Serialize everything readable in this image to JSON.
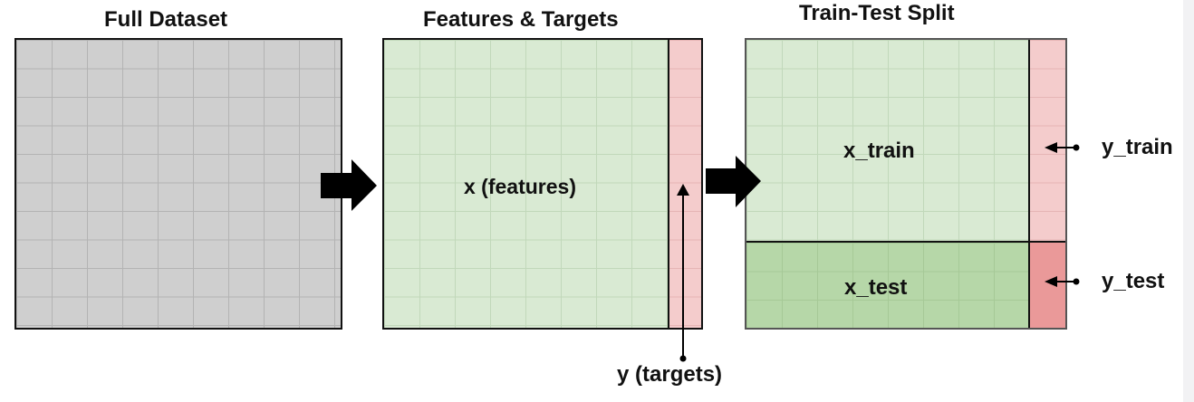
{
  "titles": {
    "full_dataset": "Full Dataset",
    "features_targets": "Features & Targets",
    "train_test_split": "Train-Test  Split"
  },
  "labels": {
    "x_features": "x (features)",
    "y_targets": "y (targets)",
    "x_train": "x_train",
    "x_test": "x_test",
    "y_train": "y_train",
    "y_test": "y_test"
  },
  "colors": {
    "full_dataset": "#cfcfcf",
    "features": "#d9ead3",
    "targets": "#f4cccc",
    "test_features": "#b6d7a8",
    "test_targets": "#ea9999",
    "border": "#111111"
  }
}
